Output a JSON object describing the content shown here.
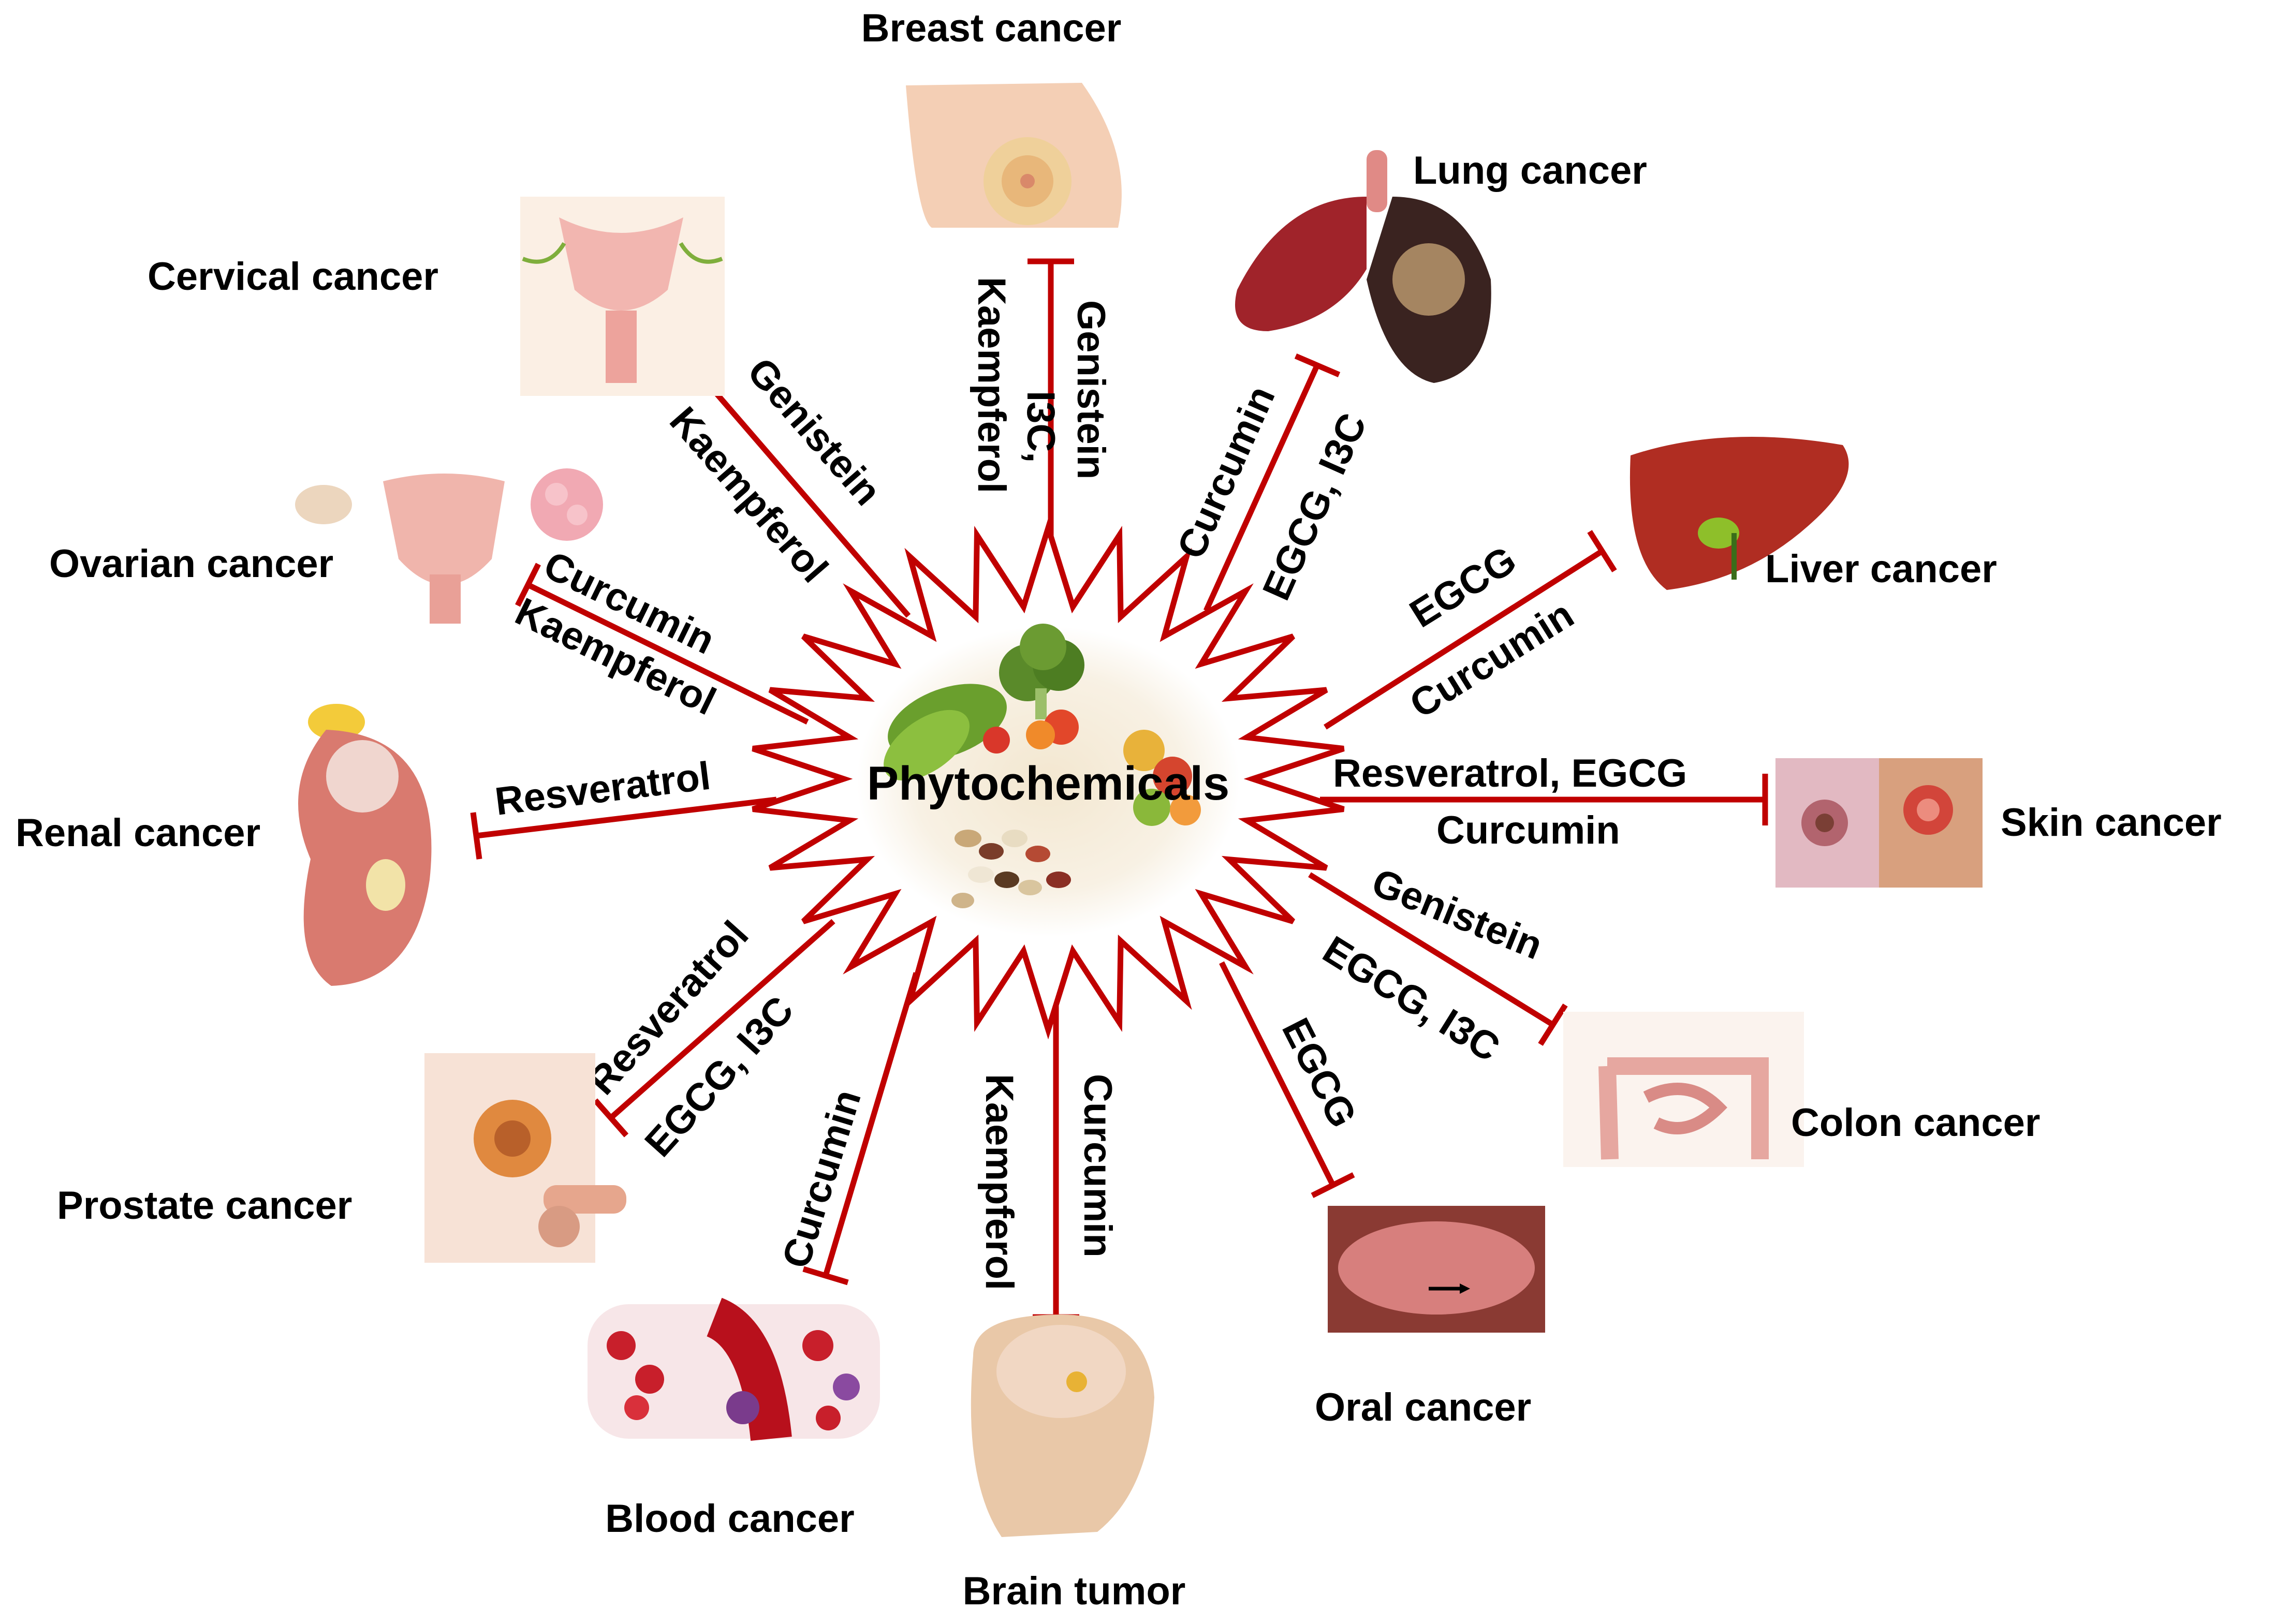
{
  "center": {
    "label": "Phytochemicals"
  },
  "cancers": {
    "breast": "Breast cancer",
    "lung": "Lung cancer",
    "cervical": "Cervical cancer",
    "ovarian": "Ovarian cancer",
    "liver": "Liver cancer",
    "renal": "Renal cancer",
    "skin": "Skin cancer",
    "colon": "Colon cancer",
    "prostate": "Prostate cancer",
    "oral": "Oral cancer",
    "blood": "Blood cancer",
    "brain": "Brain tumor"
  },
  "compounds": {
    "cervical_1": "Genistein",
    "cervical_2": "Kaempferol",
    "breast_1": "Genistein",
    "breast_2": "I3C,",
    "breast_3": "Kaempferol",
    "lung_1": "Curcumin",
    "lung_2": "EGCG, I3C",
    "ovarian_1": "Curcumin",
    "ovarian_2": "Kaempferol",
    "liver_1": "EGCG",
    "liver_2": "Curcumin",
    "renal_1": "Resveratrol",
    "skin_1": "Resveratrol, EGCG",
    "skin_2": "Curcumin",
    "colon_1": "Genistein",
    "colon_2": "EGCG, I3C",
    "oral_1": "EGCG",
    "prostate_1": "Resveratrol",
    "prostate_2": "EGCG, I3C",
    "blood_1": "Curcumin",
    "brain_1": "Kaempferol",
    "brain_2": "Curcumin"
  },
  "icons": {
    "breast": "breast-anatomy-illustration",
    "lung": "lung-illustration",
    "cervical": "uterus-cervix-illustration",
    "ovarian": "ovary-uterus-illustration",
    "liver": "liver-illustration",
    "renal": "kidney-illustration",
    "skin": "skin-lesion-photo",
    "colon": "colon-intestine-illustration",
    "prostate": "prostate-illustration",
    "oral": "tongue-mouth-photo",
    "blood": "blood-cells-illustration",
    "brain": "brain-head-illustration",
    "center": "vegetables-fruits-beans-photo"
  },
  "colors": {
    "arrow": "#c00000"
  }
}
